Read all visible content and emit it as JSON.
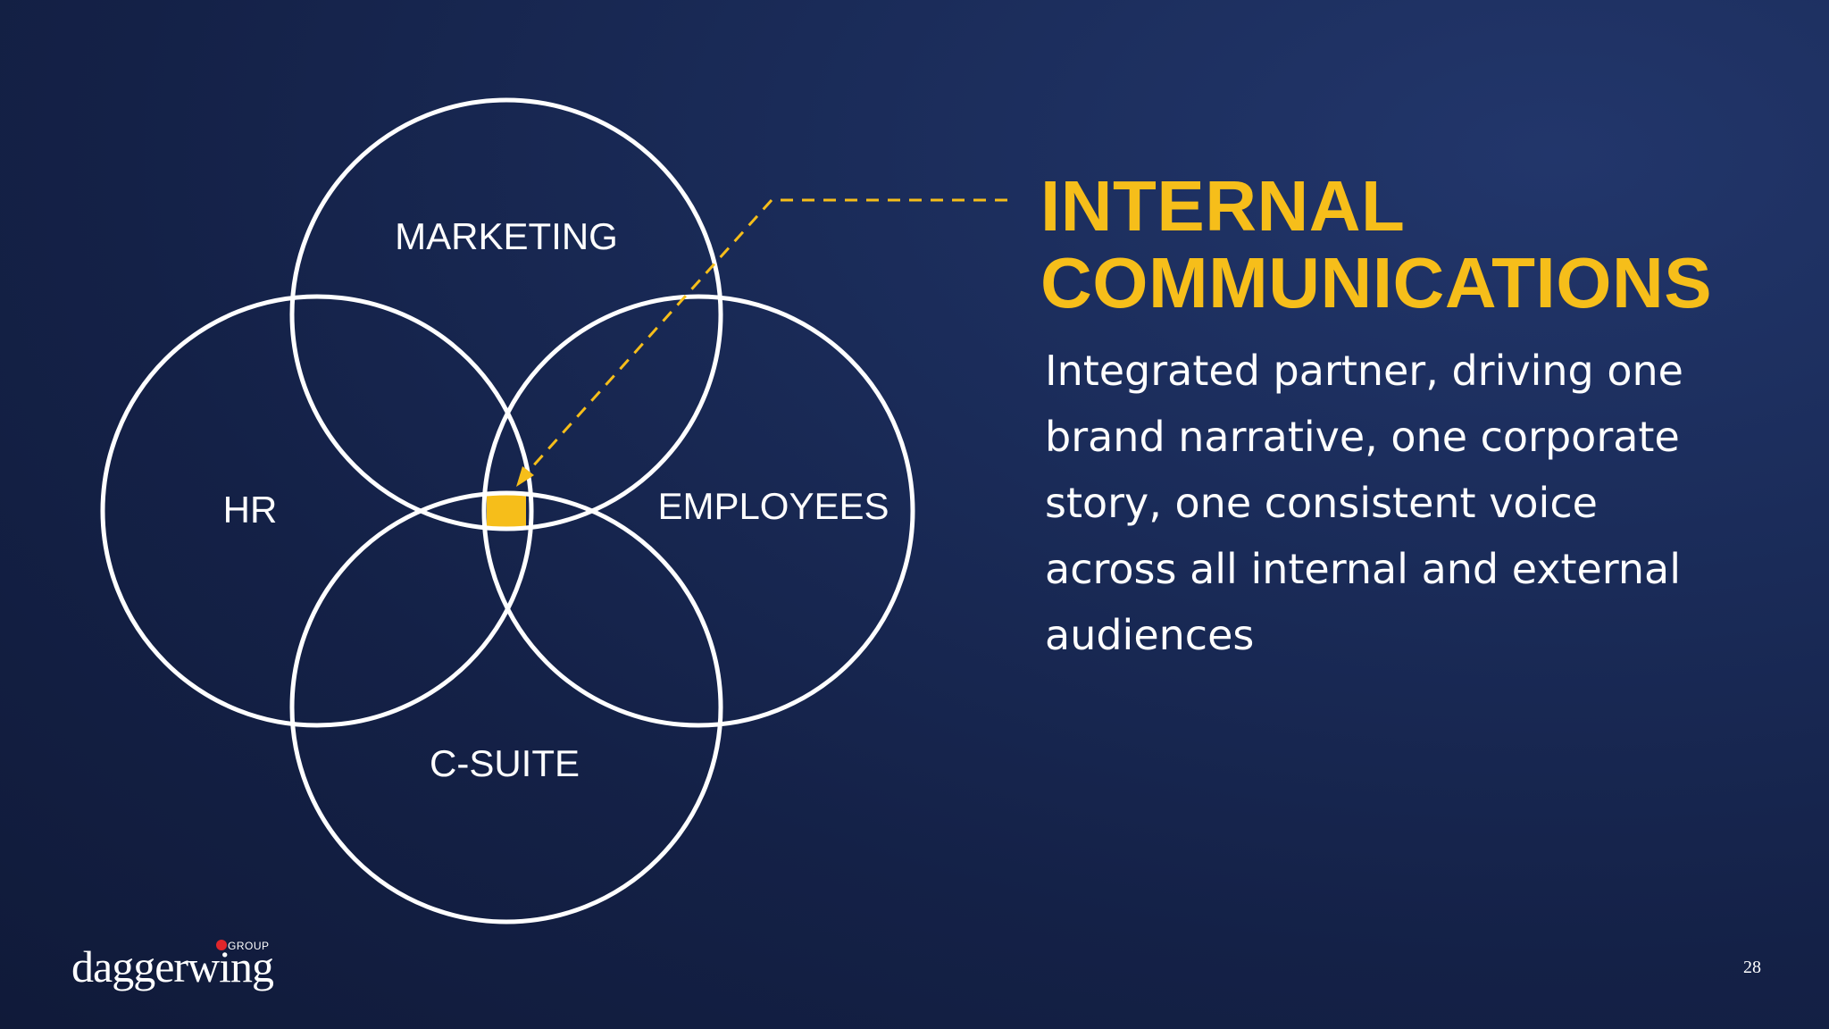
{
  "diagram": {
    "circles": [
      {
        "name": "marketing",
        "label": "MARKETING"
      },
      {
        "name": "hr",
        "label": "HR"
      },
      {
        "name": "employees",
        "label": "EMPLOYEES"
      },
      {
        "name": "c-suite",
        "label": "C-SUITE"
      }
    ],
    "highlight_color": "#f6be1a",
    "stroke_color": "#ffffff"
  },
  "heading": {
    "line1": "INTERNAL",
    "line2": "COMMUNICATIONS"
  },
  "body": "Integrated partner, driving one brand narrative, one corporate story, one consistent voice across all internal and external audiences",
  "logo": {
    "word": "daggerwing",
    "group": "GROUP",
    "dot_color": "#e0262b"
  },
  "page_number": "28"
}
